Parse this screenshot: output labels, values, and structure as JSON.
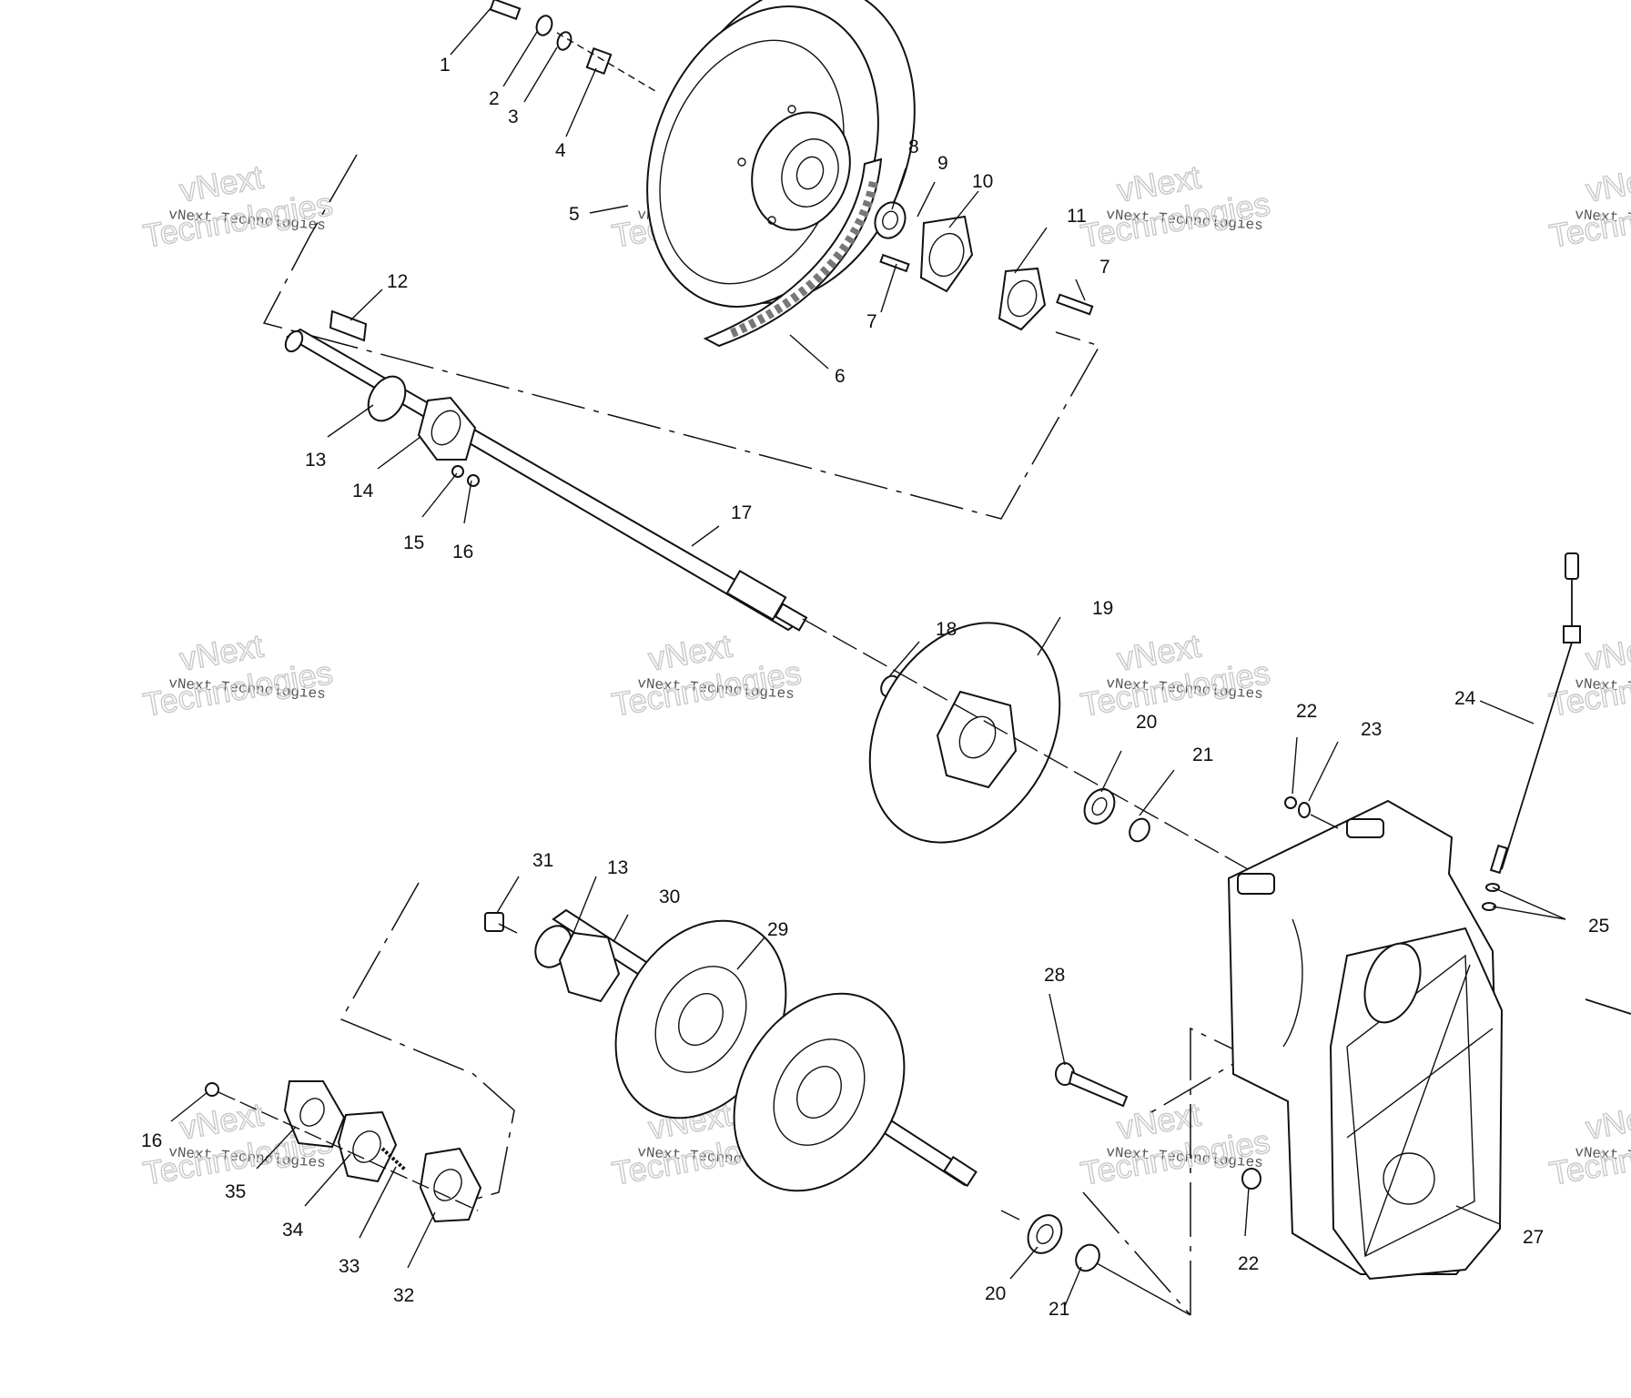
{
  "diagram": {
    "watermark": {
      "line1": "vNext",
      "line2": "vNext Technologies",
      "line3": "Technologies"
    },
    "callouts": [
      {
        "id": "c1",
        "text": "1"
      },
      {
        "id": "c2",
        "text": "2"
      },
      {
        "id": "c3",
        "text": "3"
      },
      {
        "id": "c4",
        "text": "4"
      },
      {
        "id": "c5",
        "text": "5"
      },
      {
        "id": "c6",
        "text": "6"
      },
      {
        "id": "c7a",
        "text": "7"
      },
      {
        "id": "c7b",
        "text": "7"
      },
      {
        "id": "c8",
        "text": "8"
      },
      {
        "id": "c9",
        "text": "9"
      },
      {
        "id": "c10",
        "text": "10"
      },
      {
        "id": "c11",
        "text": "11"
      },
      {
        "id": "c12",
        "text": "12"
      },
      {
        "id": "c13a",
        "text": "13"
      },
      {
        "id": "c14",
        "text": "14"
      },
      {
        "id": "c15",
        "text": "15"
      },
      {
        "id": "c16a",
        "text": "16"
      },
      {
        "id": "c17",
        "text": "17"
      },
      {
        "id": "c18",
        "text": "18"
      },
      {
        "id": "c19",
        "text": "19"
      },
      {
        "id": "c20a",
        "text": "20"
      },
      {
        "id": "c21a",
        "text": "21"
      },
      {
        "id": "c22a",
        "text": "22"
      },
      {
        "id": "c23",
        "text": "23"
      },
      {
        "id": "c24",
        "text": "24"
      },
      {
        "id": "c25",
        "text": "25"
      },
      {
        "id": "c27",
        "text": "27"
      },
      {
        "id": "c28",
        "text": "28"
      },
      {
        "id": "c29",
        "text": "29"
      },
      {
        "id": "c30",
        "text": "30"
      },
      {
        "id": "c31",
        "text": "31"
      },
      {
        "id": "c13b",
        "text": "13"
      },
      {
        "id": "c16b",
        "text": "16"
      },
      {
        "id": "c35",
        "text": "35"
      },
      {
        "id": "c34",
        "text": "34"
      },
      {
        "id": "c33",
        "text": "33"
      },
      {
        "id": "c32",
        "text": "32"
      },
      {
        "id": "c20b",
        "text": "20"
      },
      {
        "id": "c21b",
        "text": "21"
      },
      {
        "id": "c22b",
        "text": "22"
      }
    ]
  }
}
